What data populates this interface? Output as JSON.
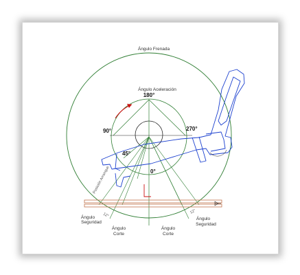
{
  "colors": {
    "circle": "#2e7d32",
    "mechanism": "#1a3fcf",
    "rotation": "#cc1111",
    "rail": "#c0704a",
    "text": "#333333"
  },
  "labels": {
    "angulo_frenada": "Ángulo Frenada",
    "angulo_aceleracion": "Ángulo Aceleración",
    "deg_180": "180°",
    "deg_90": "90°",
    "deg_270": "270°",
    "deg_45": "45°",
    "deg_0": "0°",
    "posicion_arranque": "Posición Arranque",
    "angulo_seguridad_left_1": "Ángulo",
    "angulo_seguridad_left_2": "Seguridad",
    "angulo_corte_left_1": "Ángulo",
    "angulo_corte_left_2": "Corte",
    "angulo_corte_right_1": "Ángulo",
    "angulo_corte_right_2": "Corte",
    "angulo_seguridad_right_1": "Ángulo",
    "angulo_seguridad_right_2": "Seguridad",
    "small_angle_left": "12°",
    "small_angle_right": "12°"
  }
}
